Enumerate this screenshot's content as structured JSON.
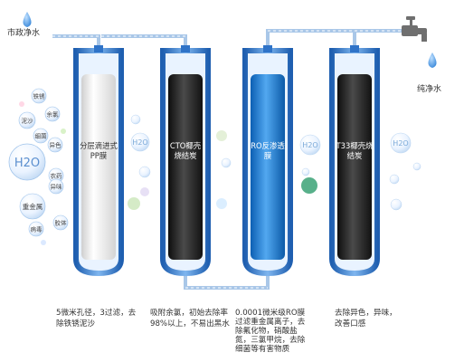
{
  "source": {
    "label": "市政净水"
  },
  "output": {
    "label": "纯净水"
  },
  "colors": {
    "pipe": "#a9c7e8",
    "casing": "#2f73c8",
    "casing_light": "#e6f1ff",
    "pp": "#f1f1f1",
    "carbon": "#2b2b2b",
    "ro": "#1e7fd6",
    "t33": "#252525"
  },
  "stages": [
    {
      "label": "分层滴进式PP膜",
      "description": "5微米孔径，3过滤，去除铁锈泥沙"
    },
    {
      "label": "CTO椰壳烧结炭",
      "description": "吸附余氯，初始去除率98%以上，不易出黑水"
    },
    {
      "label": "RO反渗透膜",
      "description": "0.0001微米级RO膜过滤重金属离子，去除氟化物，硝酸盐氮，三氯甲烷，去除细菌等有害物质"
    },
    {
      "label": "T33椰壳烧结炭",
      "description": "去除异色，异味，改善口感"
    }
  ],
  "contaminants": [
    {
      "label": "铁锈"
    },
    {
      "label": "泥沙"
    },
    {
      "label": "余氯"
    },
    {
      "label": "细菌"
    },
    {
      "label": "异色"
    },
    {
      "label": "农药"
    },
    {
      "label": "异味"
    },
    {
      "label": "H2O"
    },
    {
      "label": "重金属"
    },
    {
      "label": "病毒"
    },
    {
      "label": "胶体"
    }
  ],
  "h2o_mid": [
    {
      "label": "H2O"
    },
    {
      "label": "H2O"
    },
    {
      "label": "H2O"
    }
  ]
}
